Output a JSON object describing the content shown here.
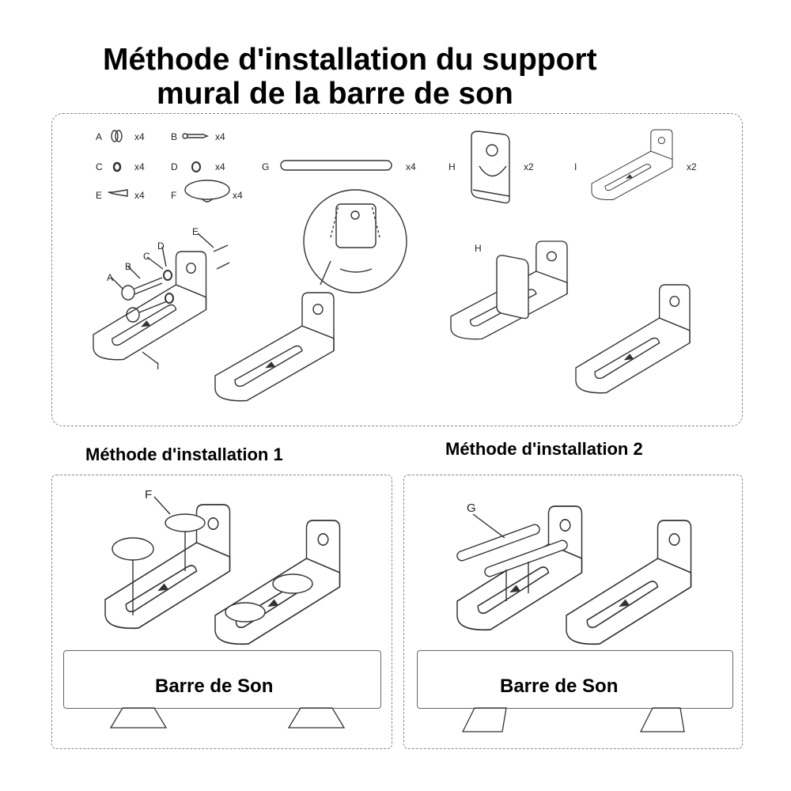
{
  "title": {
    "line1": "Méthode d'installation du support",
    "line2": "mural de la barre de son"
  },
  "parts": [
    {
      "letter": "A",
      "qty": "x4",
      "icon": "end-cap-icon"
    },
    {
      "letter": "B",
      "qty": "x4",
      "icon": "screw-icon"
    },
    {
      "letter": "C",
      "qty": "x4",
      "icon": "spring-washer-icon"
    },
    {
      "letter": "D",
      "qty": "x4",
      "icon": "washer-icon"
    },
    {
      "letter": "E",
      "qty": "x4",
      "icon": "wall-anchor-icon"
    },
    {
      "letter": "F",
      "qty": "x4",
      "icon": "adhesive-pad-icon"
    },
    {
      "letter": "G",
      "qty": "x4",
      "icon": "foam-strip-icon"
    },
    {
      "letter": "H",
      "qty": "x2",
      "icon": "adapter-plate-icon"
    },
    {
      "letter": "I",
      "qty": "x2",
      "icon": "l-bracket-icon"
    }
  ],
  "assembly_labels": [
    "A",
    "B",
    "C",
    "D",
    "E",
    "I",
    "H"
  ],
  "methods": [
    {
      "title": "Méthode d'installation 1",
      "callout": "F",
      "soundbar": "Barre de Son"
    },
    {
      "title": "Méthode d'installation 2",
      "callout": "G",
      "soundbar": "Barre de Son"
    }
  ]
}
